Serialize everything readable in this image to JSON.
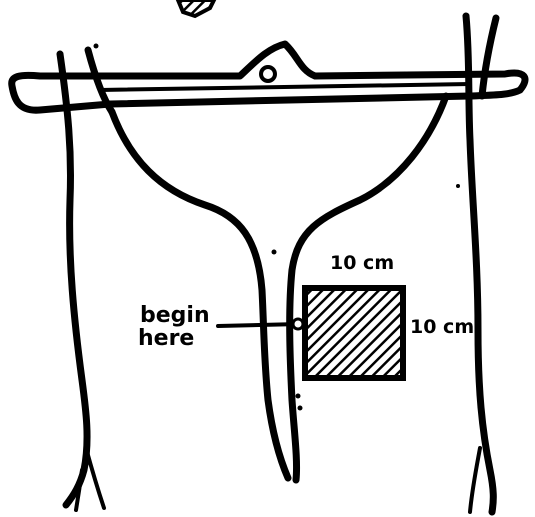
{
  "labels": {
    "width": "10 cm",
    "height": "10 cm",
    "begin_line1": "begin",
    "begin_line2": "here"
  },
  "colors": {
    "ink": "#000000",
    "background": "#ffffff"
  }
}
